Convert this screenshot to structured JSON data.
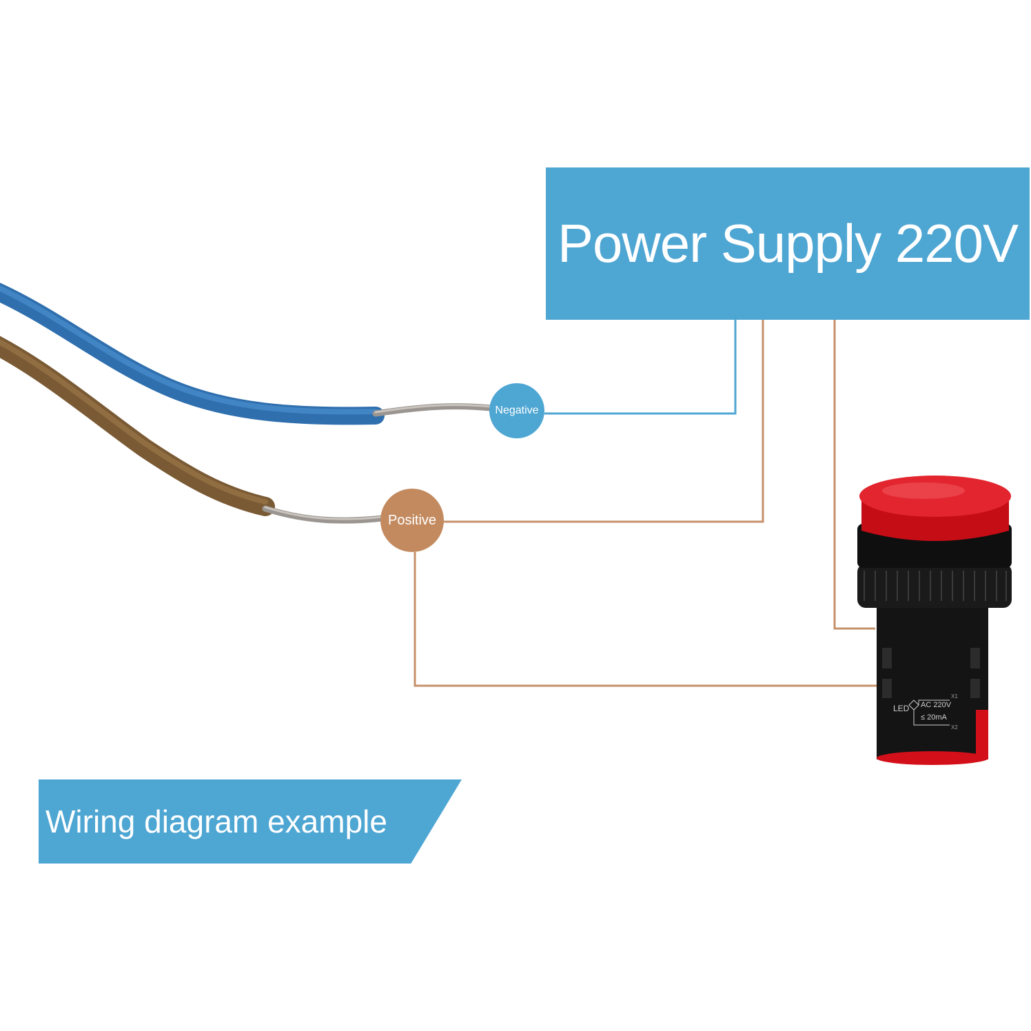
{
  "title_box": {
    "text": "Power Supply 220V"
  },
  "nodes": {
    "negative": "Negative",
    "positive": "Positive"
  },
  "banner": {
    "text": "Wiring diagram example"
  },
  "lamp": {
    "brand": "LED",
    "rating_voltage": "AC 220V",
    "rating_current": "≤ 20mA",
    "terminal_top": "X1",
    "terminal_bottom": "X2"
  },
  "colors": {
    "blue": "#4ea6d3",
    "brown_line": "#c6906a",
    "blue_wire": "#2f6fae",
    "brown_wire": "#7a5a34",
    "lamp_red": "#d3101a"
  },
  "icons": [
    "blue-wire",
    "brown-wire",
    "red-indicator-lamp"
  ]
}
